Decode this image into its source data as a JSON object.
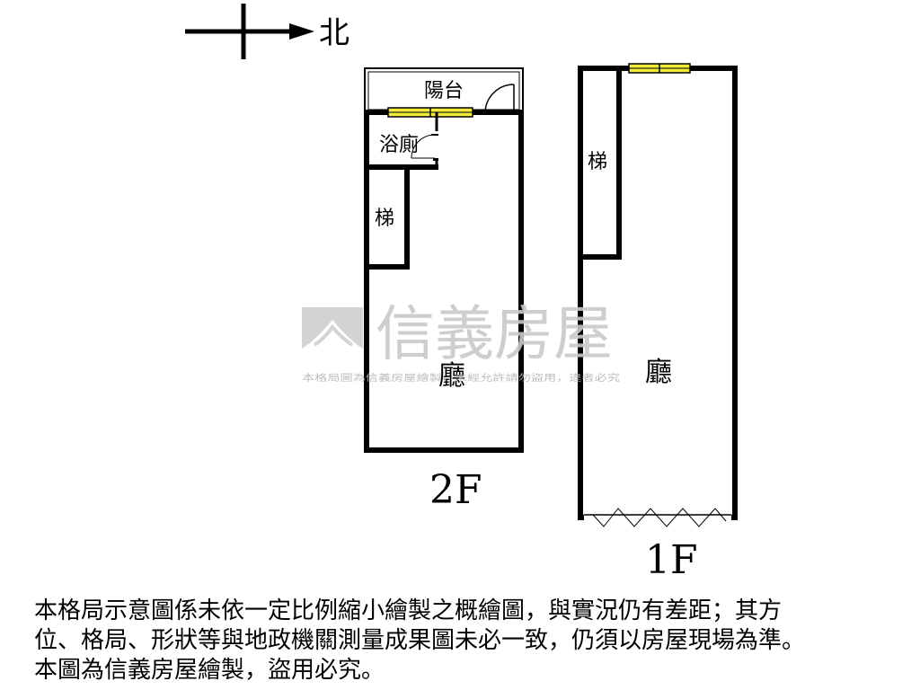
{
  "compass": {
    "label": "北"
  },
  "watermark": {
    "brand": "信義房屋",
    "notice": "本格局圖為信義房屋繪製，未經允許請勿盜用，違者必究"
  },
  "floors": [
    {
      "id": "2F",
      "label": "2F",
      "rooms": {
        "balcony": "陽台",
        "bathroom": "浴廁",
        "stairs": "梯",
        "hall": "廳"
      }
    },
    {
      "id": "1F",
      "label": "1F",
      "rooms": {
        "stairs": "梯",
        "hall": "廳"
      }
    }
  ],
  "disclaimer": {
    "lines": [
      "本格局示意圖係未依一定比例縮小繪製之概繪圖，與實況仍有差距；其方",
      "位、格局、形狀等與地政機關測量成果圖未必一致，仍須以房屋現場為準。",
      "本圖為信義房屋繪製，盜用必究。"
    ]
  },
  "colors": {
    "wall": "#000000",
    "window": "#f2ea3a",
    "watermark": "#c9c9c9"
  }
}
